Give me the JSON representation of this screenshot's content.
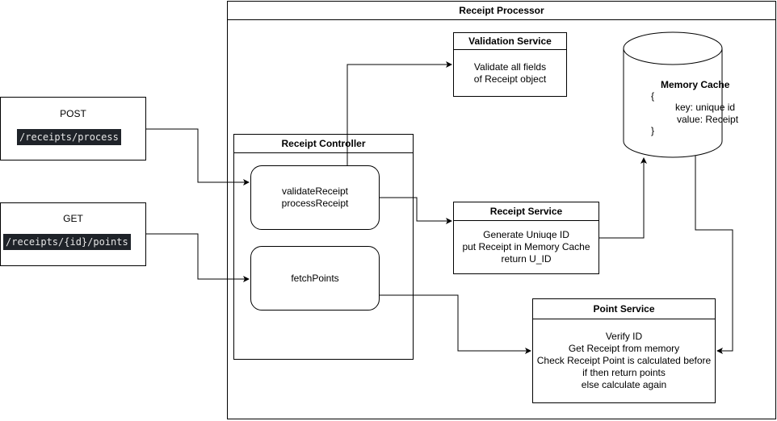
{
  "processor": {
    "title": "Receipt Processor"
  },
  "post_client": {
    "method": "POST",
    "path": "/receipts/process"
  },
  "get_client": {
    "method": "GET",
    "path": "/receipts/{id}/points"
  },
  "controller": {
    "title": "Receipt Controller",
    "handler_1": [
      "validateReceipt",
      "processReceipt"
    ],
    "handler_2": "fetchPoints"
  },
  "validation_service": {
    "title": "Validation Service",
    "lines": [
      "Validate all fields",
      "of Receipt object"
    ]
  },
  "receipt_service": {
    "title": "Receipt Service",
    "lines": [
      "Generate Uniuqe ID",
      "put Receipt in Memory Cache",
      "return U_ID"
    ]
  },
  "point_service": {
    "title": "Point Service",
    "lines": [
      "Verify ID",
      "Get Receipt from memory",
      "Check Receipt Point is calculated before",
      "if then return points",
      "else calculate again"
    ]
  },
  "memory_cache": {
    "title": "Memory Cache",
    "open_brace": "{",
    "key_line": "key: unique id",
    "value_line": "value: Receipt",
    "close_brace": "}"
  }
}
